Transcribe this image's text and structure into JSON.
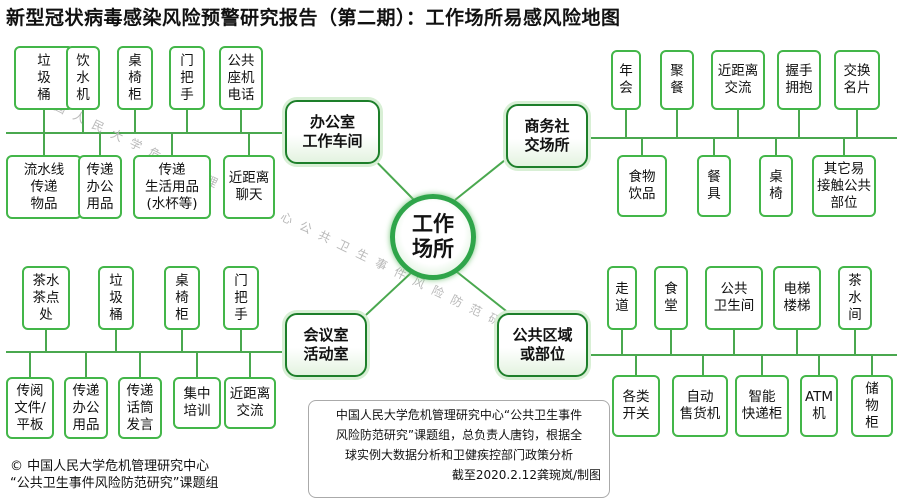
{
  "title": "新型冠状病毒感染风险预警研究报告（第二期）：工作场所易感风险地图",
  "center": "工作\n场所",
  "watermark": "中国人民大学危机管理研究中心公共卫生事件风险防范研究组",
  "hubs": {
    "office": "办公室\n工作车间",
    "business": "商务社\n交场所",
    "meeting": "会议室\n活动室",
    "public": "公共区域\n或部位"
  },
  "office_top": [
    "垃\n圾\n桶",
    "饮\n水\n机",
    "桌\n椅\n柜",
    "门\n把\n手",
    "公共\n座机\n电话"
  ],
  "office_bottom": [
    "流水线\n传递\n物品",
    "传递\n办公\n用品",
    "传递\n生活用品\n(水杯等)",
    "近距离\n聊天"
  ],
  "business_top": [
    "年\n会",
    "聚\n餐",
    "近距离\n交流",
    "握手\n拥抱",
    "交换\n名片"
  ],
  "business_bottom": [
    "食物\n饮品",
    "餐\n具",
    "桌\n椅",
    "其它易\n接触公共\n部位"
  ],
  "meeting_top": [
    "茶水\n茶点\n处",
    "垃\n圾\n桶",
    "桌\n椅\n柜",
    "门\n把\n手"
  ],
  "meeting_bottom": [
    "传阅\n文件/\n平板",
    "传递\n办公\n用品",
    "传递\n话筒\n发言",
    "集中\n培训",
    "近距离\n交流"
  ],
  "public_top": [
    "走\n道",
    "食\n堂",
    "公共\n卫生间",
    "电梯\n楼梯",
    "茶\n水\n间"
  ],
  "public_bottom": [
    "各类\n开关",
    "自动\n售货机",
    "智能\n快递柜",
    "ATM\n机",
    "储\n物\n柜"
  ],
  "note": {
    "line1": "中国人民大学危机管理研究中心“公共卫生事件",
    "line2": "风险防范研究”课题组，总负责人唐钧，根据全",
    "line3": "球实例大数据分析和卫健疾控部门政策分析",
    "credit": "截至2020.2.12龚琬岚/制图"
  },
  "copyright": {
    "line1": "© 中国人民大学危机管理研究中心",
    "line2": "“公共卫生事件风险防范研究”课题组"
  },
  "colors": {
    "accent": "#43b649",
    "dark_green": "#1d7f2a",
    "line": "#4aa84f"
  }
}
